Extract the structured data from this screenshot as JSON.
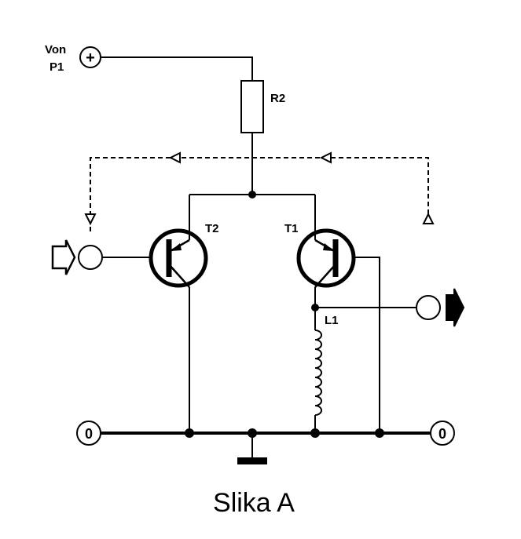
{
  "labels": {
    "input_top_line1": "Von",
    "input_top_line2": "P1",
    "plus_symbol": "+",
    "resistor": "R2",
    "transistor_left": "T2",
    "transistor_right": "T1",
    "inductor": "L1",
    "terminal_left": "0",
    "terminal_right": "0",
    "caption": "Slika A"
  },
  "colors": {
    "ink": "#000000",
    "background": "#ffffff"
  }
}
